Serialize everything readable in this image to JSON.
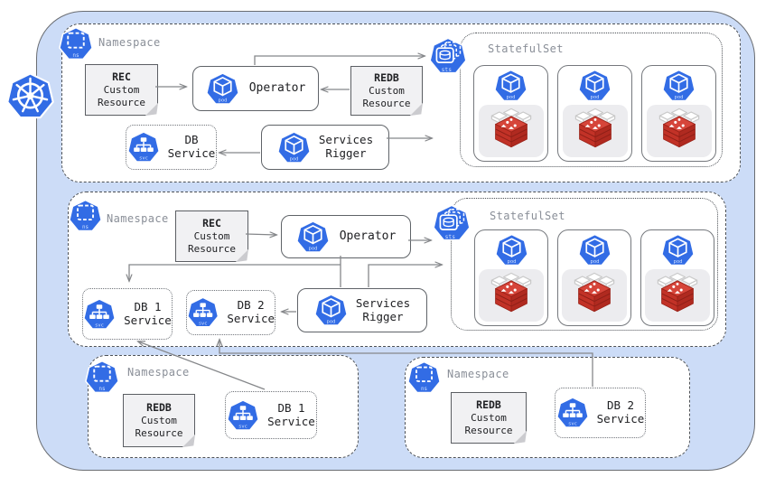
{
  "colors": {
    "k8s_blue": "#326ce5",
    "cluster_bg": "#ccdcf7",
    "redis_red": "#d6453a"
  },
  "icon_labels": {
    "ns": "ns",
    "pod": "pod",
    "svc": "svc",
    "sts": "sts"
  },
  "top_ns": {
    "label": "Namespace",
    "rec_note": {
      "title": "REC",
      "line1": "Custom",
      "line2": "Resource"
    },
    "redb_note": {
      "title": "REDB",
      "line1": "Custom",
      "line2": "Resource"
    },
    "operator_label": "Operator",
    "db_service": {
      "line1": "DB",
      "line2": "Service"
    },
    "services_rigger": {
      "line1": "Services",
      "line2": "Rigger"
    },
    "statefulset_label": "StatefulSet"
  },
  "mid_ns": {
    "label": "Namespace",
    "rec_note": {
      "title": "REC",
      "line1": "Custom",
      "line2": "Resource"
    },
    "operator_label": "Operator",
    "db1_service": {
      "line1": "DB 1",
      "line2": "Service"
    },
    "db2_service": {
      "line1": "DB 2",
      "line2": "Service"
    },
    "services_rigger": {
      "line1": "Services",
      "line2": "Rigger"
    },
    "statefulset_label": "StatefulSet"
  },
  "bottom_left_ns": {
    "label": "Namespace",
    "redb_note": {
      "title": "REDB",
      "line1": "Custom",
      "line2": "Resource"
    },
    "db1_service": {
      "line1": "DB 1",
      "line2": "Service"
    }
  },
  "bottom_right_ns": {
    "label": "Namespace",
    "redb_note": {
      "title": "REDB",
      "line1": "Custom",
      "line2": "Resource"
    },
    "db2_service": {
      "line1": "DB 2",
      "line2": "Service"
    }
  }
}
